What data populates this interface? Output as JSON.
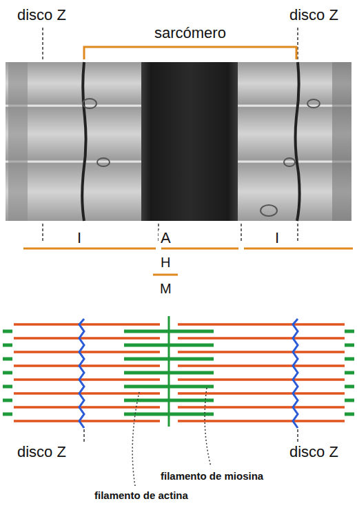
{
  "diagram": {
    "labels": [
      "disco Z",
      "disco Z",
      "sarcómero",
      "I",
      "A",
      "I",
      "H",
      "M",
      "disco Z",
      "disco Z",
      "filamento de miosina",
      "filamento de actina"
    ]
  }
}
